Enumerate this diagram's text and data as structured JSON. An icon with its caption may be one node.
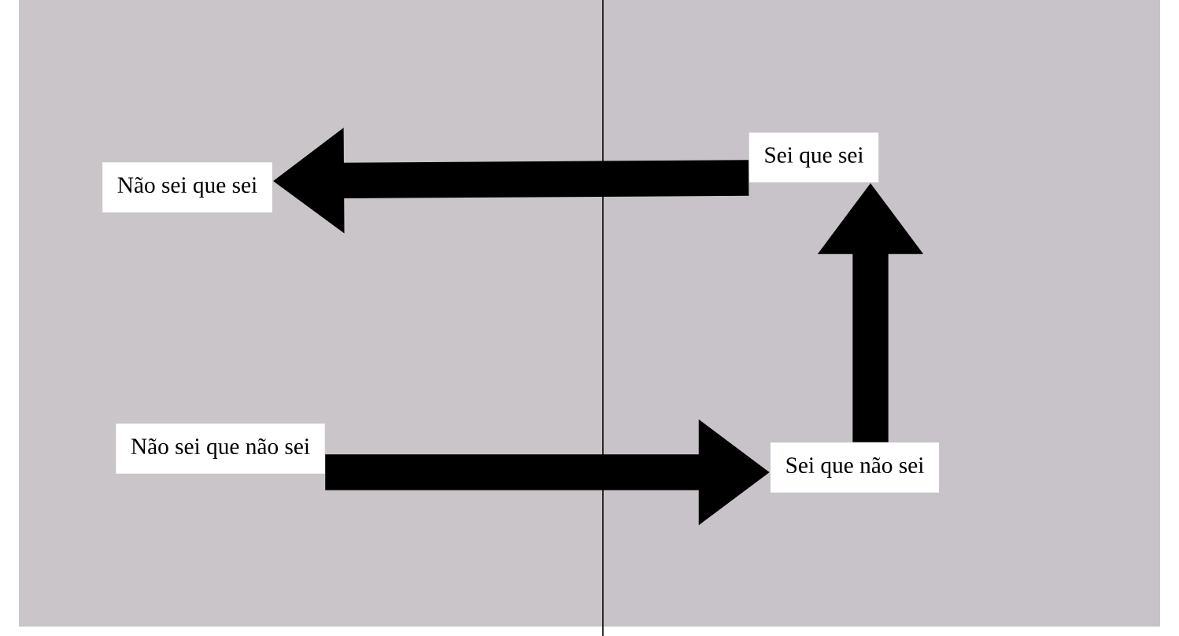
{
  "diagram": {
    "nodes": [
      {
        "text": [
          "Não sei que sei"
        ]
      },
      {
        "text": [
          "Sei que sei"
        ]
      },
      {
        "text": [
          "Não sei que não sei"
        ]
      },
      {
        "text": [
          "Sei que não sei"
        ]
      }
    ],
    "edges": [
      {
        "from": 1,
        "to": 0,
        "arrow": "to"
      },
      {
        "from": 3,
        "to": 1,
        "arrow": "to"
      },
      {
        "from": 2,
        "to": 3,
        "arrow": "to"
      }
    ]
  }
}
